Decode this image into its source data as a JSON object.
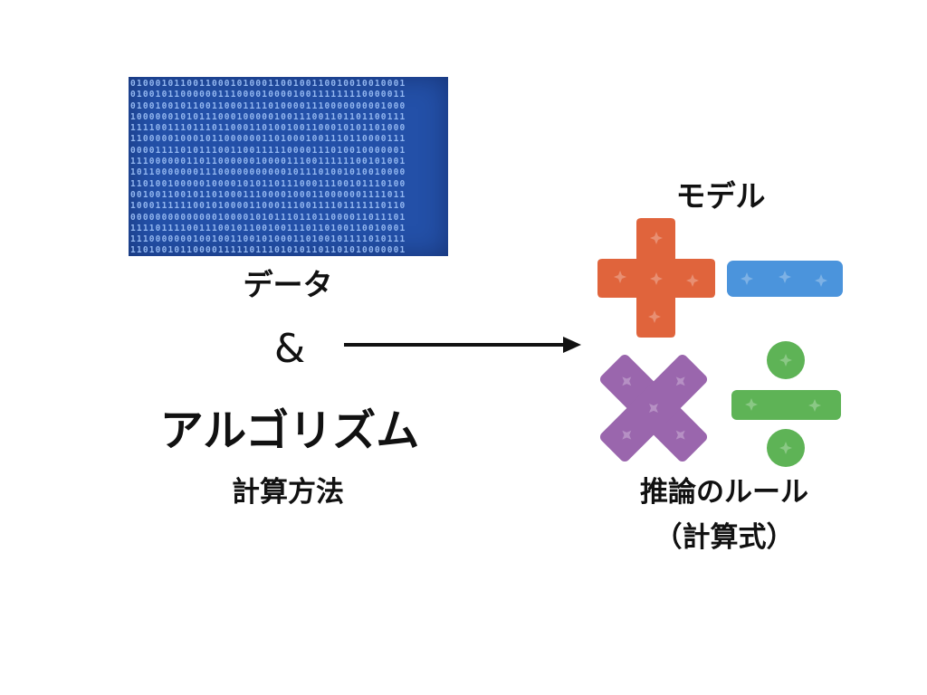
{
  "left": {
    "data_label": "データ",
    "ampersand": "&",
    "algorithm_label": "アルゴリズム",
    "method_label": "計算方法"
  },
  "right": {
    "model_label": "モデル",
    "rules_label": "推論のルール",
    "formula_label": "（計算式）"
  },
  "colors": {
    "binary_bg": "#2350a8",
    "binary_digits": "#93b7f0",
    "plus": "#e0643c",
    "minus": "#4b94dc",
    "times": "#9a66ad",
    "divide": "#5eb356",
    "arrow": "#111111"
  }
}
